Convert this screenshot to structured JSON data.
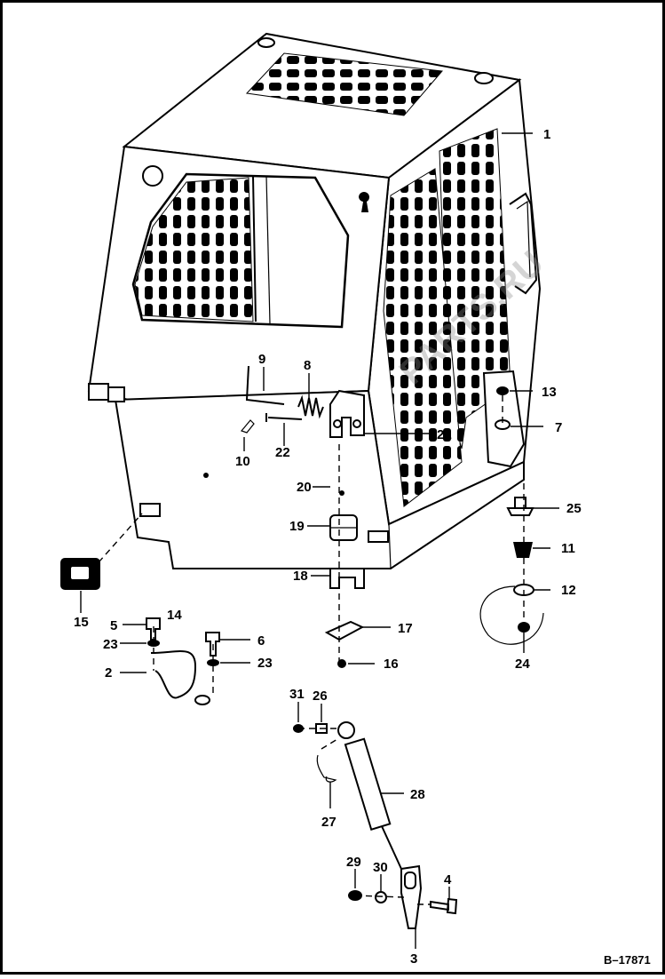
{
  "diagram": {
    "figure_id": "B–17871",
    "watermark": "PARTS.RU",
    "callouts": [
      {
        "id": "c1",
        "label": "1"
      },
      {
        "id": "c2",
        "label": "2"
      },
      {
        "id": "c3",
        "label": "3"
      },
      {
        "id": "c4",
        "label": "4"
      },
      {
        "id": "c5",
        "label": "5"
      },
      {
        "id": "c6",
        "label": "6"
      },
      {
        "id": "c7",
        "label": "7"
      },
      {
        "id": "c8",
        "label": "8"
      },
      {
        "id": "c9",
        "label": "9"
      },
      {
        "id": "c10",
        "label": "10"
      },
      {
        "id": "c11",
        "label": "11"
      },
      {
        "id": "c12",
        "label": "12"
      },
      {
        "id": "c13",
        "label": "13"
      },
      {
        "id": "c14",
        "label": "14"
      },
      {
        "id": "c15",
        "label": "15"
      },
      {
        "id": "c16",
        "label": "16"
      },
      {
        "id": "c17",
        "label": "17"
      },
      {
        "id": "c18",
        "label": "18"
      },
      {
        "id": "c19",
        "label": "19"
      },
      {
        "id": "c20",
        "label": "20"
      },
      {
        "id": "c21",
        "label": "21"
      },
      {
        "id": "c22",
        "label": "22"
      },
      {
        "id": "c23a",
        "label": "23"
      },
      {
        "id": "c23b",
        "label": "23"
      },
      {
        "id": "c24",
        "label": "24"
      },
      {
        "id": "c25",
        "label": "25"
      },
      {
        "id": "c26",
        "label": "26"
      },
      {
        "id": "c27",
        "label": "27"
      },
      {
        "id": "c28",
        "label": "28"
      },
      {
        "id": "c29",
        "label": "29"
      },
      {
        "id": "c30",
        "label": "30"
      },
      {
        "id": "c31",
        "label": "31"
      }
    ]
  }
}
